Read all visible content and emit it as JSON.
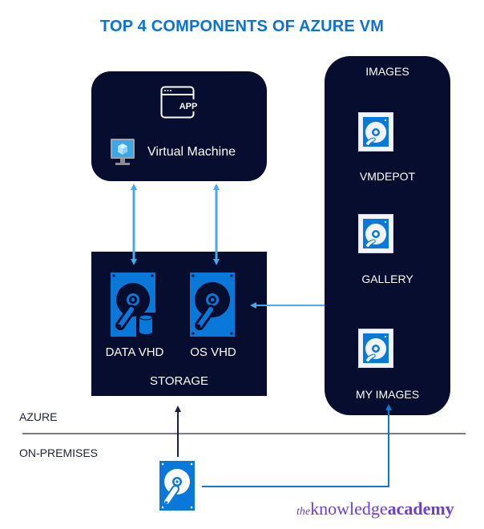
{
  "title": "TOP 4 COMPONENTS OF AZURE VM",
  "vm": {
    "app_icon_label": "APP",
    "label": "Virtual Machine"
  },
  "storage": {
    "data_vhd_label": "DATA VHD",
    "os_vhd_label": "OS VHD",
    "label": "STORAGE"
  },
  "images": {
    "label": "IMAGES",
    "items": [
      {
        "label": "VMDEPOT"
      },
      {
        "label": "GALLERY"
      },
      {
        "label": "MY IMAGES"
      }
    ]
  },
  "zones": {
    "azure": "AZURE",
    "on_premises": "ON-PREMISES"
  },
  "logo": {
    "the": "the",
    "knowledge": "knowledge",
    "academy": "academy"
  },
  "colors": {
    "title_blue": "#0a72d6",
    "dark_navy": "#060d2e",
    "disk_blue": "#0a78d8",
    "arrow_light_blue": "#4aa8ec",
    "logo_purple": "#6d3fd0"
  }
}
